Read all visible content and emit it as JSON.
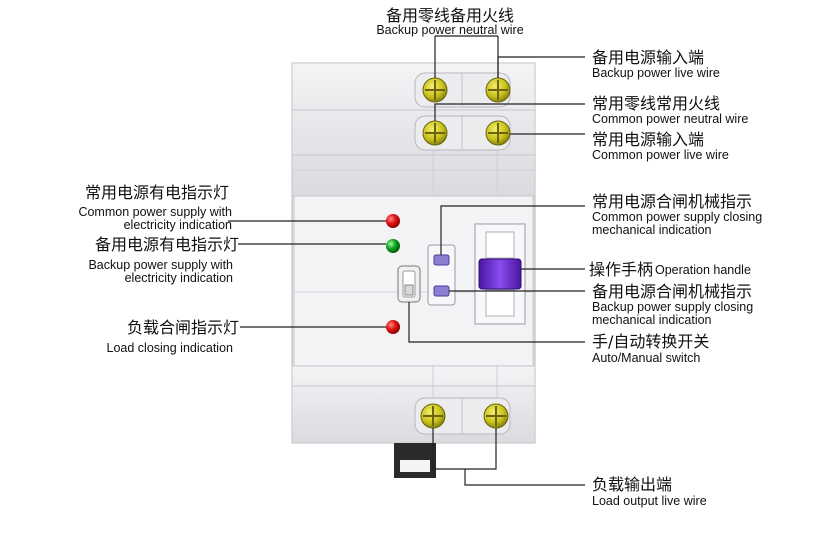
{
  "labels": {
    "backup_neutral_live": {
      "cn": "备用零线备用火线",
      "en": "Backup power neutral wire"
    },
    "backup_input": {
      "cn": "备用电源输入端",
      "en": "Backup power live wire"
    },
    "common_neutral_live": {
      "cn": "常用零线常用火线",
      "en": "Common power neutral wire"
    },
    "common_input": {
      "cn": "常用电源输入端",
      "en": "Common power live wire"
    },
    "common_indicator": {
      "cn": "常用电源有电指示灯",
      "en1": "Common power supply with",
      "en2": "electricity indication"
    },
    "backup_indicator": {
      "cn": "备用电源有电指示灯",
      "en1": "Backup power supply with",
      "en2": "electricity indication"
    },
    "load_indicator": {
      "cn": "负载合闸指示灯",
      "en": "Load closing indication"
    },
    "common_mech": {
      "cn": "常用电源合闸机械指示",
      "en1": "Common power supply closing",
      "en2": "mechanical indication"
    },
    "handle": {
      "cn": "操作手柄",
      "en": "Operation handle"
    },
    "backup_mech": {
      "cn": "备用电源合闸机械指示",
      "en1": "Backup power supply closing",
      "en2": "mechanical indication"
    },
    "switch": {
      "cn": "手/自动转换开关",
      "en": "Auto/Manual switch"
    },
    "load_output": {
      "cn": "负载输出端",
      "en": "Load output live wire"
    }
  },
  "colors": {
    "housing": "#efeff1",
    "terminal": "#c9c21a",
    "led_red": "#e01010",
    "led_green": "#10a020",
    "handle": "#6a2bd0",
    "lines": "#222222"
  }
}
